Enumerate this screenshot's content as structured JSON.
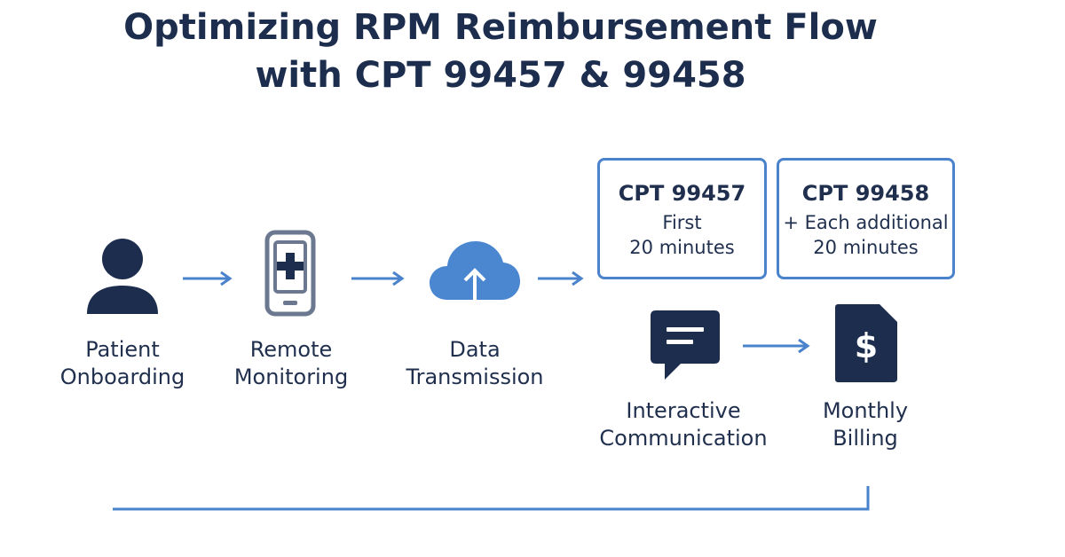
{
  "title": {
    "line1": "Optimizing RPM Reimbursement Flow",
    "line2": "with CPT 99457 & 99458"
  },
  "steps": [
    {
      "id": "patient-onboarding",
      "icon": "person-icon",
      "line1": "Patient",
      "line2": "Onboarding"
    },
    {
      "id": "remote-monitoring",
      "icon": "medical-phone-icon",
      "line1": "Remote",
      "line2": "Monitoring"
    },
    {
      "id": "data-transmission",
      "icon": "cloud-upload-icon",
      "line1": "Data",
      "line2": "Transmission"
    },
    {
      "id": "interactive-communication",
      "icon": "chat-bubble-icon",
      "line1": "Interactive",
      "line2": "Communication"
    },
    {
      "id": "monthly-billing",
      "icon": "dollar-document-icon",
      "line1": "Monthly",
      "line2": "Billing"
    }
  ],
  "codes": [
    {
      "code": "CPT 99457",
      "desc1": "First",
      "desc2": "20 minutes"
    },
    {
      "code": "CPT 99458",
      "desc1": "+ Each additional",
      "desc2": "20 minutes"
    }
  ],
  "colors": {
    "navy": "#1c2d4e",
    "blue": "#4a83cc",
    "cloud": "#4b86d0",
    "phone_gray": "#6b7890"
  }
}
